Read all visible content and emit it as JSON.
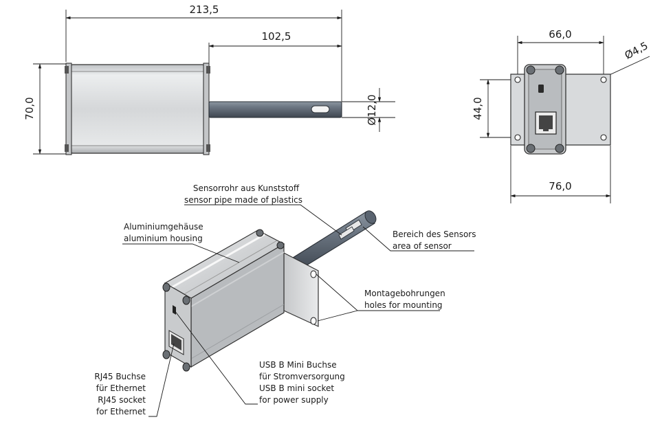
{
  "dimensions": {
    "total_length": "213,5",
    "pipe_length": "102,5",
    "height": "70,0",
    "pipe_diameter": "Ø12,0",
    "flange_hole_spacing": "66,0",
    "hole_diameter": "Ø4,5",
    "flange_height": "44,0",
    "flange_width": "76,0"
  },
  "labels": {
    "sensor_pipe_de": "Sensorrohr aus Kunststoff",
    "sensor_pipe_en": "sensor pipe made of plastics",
    "housing_de": "Aluminiumgehäuse",
    "housing_en": "aluminium housing",
    "sensor_area_de": "Bereich des Sensors",
    "sensor_area_en": "area of sensor",
    "mounting_de": "Montagebohrungen",
    "mounting_en": "holes for mounting",
    "usb_de_1": "USB B Mini Buchse",
    "usb_de_2": "für Stromversorgung",
    "usb_en_1": "USB B mini socket",
    "usb_en_2": "for power supply",
    "rj45_de_1": "RJ45 Buchse",
    "rj45_de_2": "für Ethernet",
    "rj45_en_1": "RJ45 socket",
    "rj45_en_2": "for Ethernet"
  },
  "colors": {
    "housing": "#d4d6d8",
    "pipe": "#5a6470",
    "flange": "#c9cbcd"
  }
}
